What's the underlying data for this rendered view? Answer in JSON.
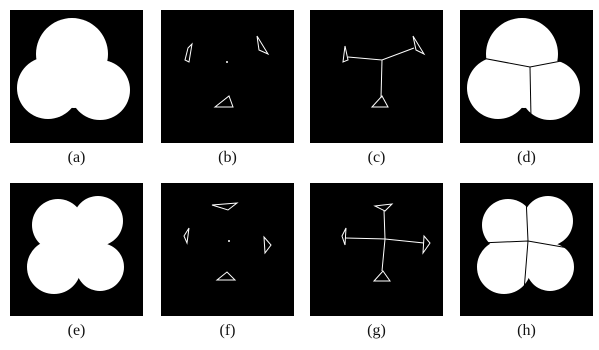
{
  "colors": {
    "background": "#000000",
    "foreground": "#ffffff",
    "caption": "#111111"
  },
  "captions": {
    "a": "(a)",
    "b": "(b)",
    "c": "(c)",
    "d": "(d)",
    "e": "(e)",
    "f": "(f)",
    "g": "(g)",
    "h": "(h)"
  }
}
